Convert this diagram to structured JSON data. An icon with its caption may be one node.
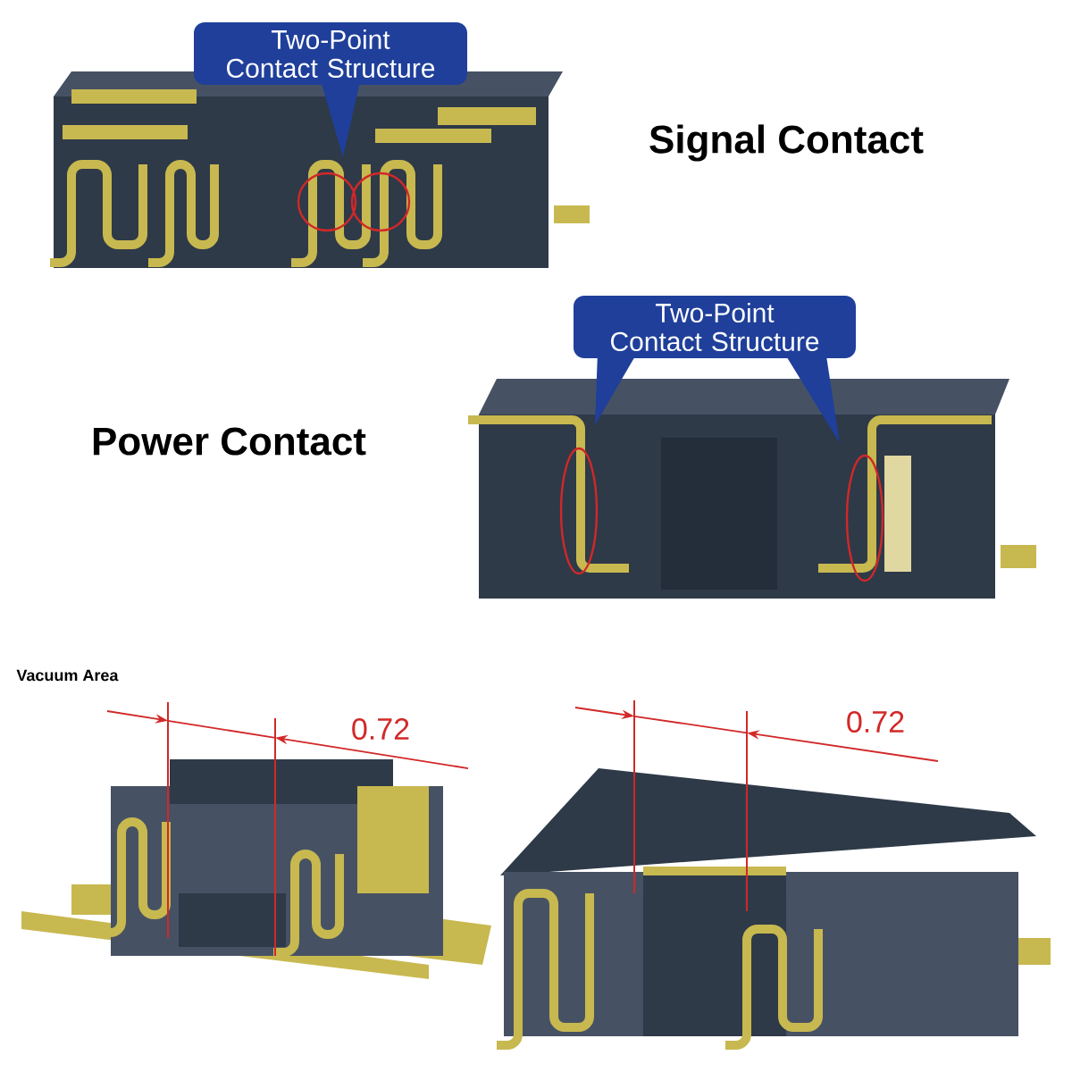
{
  "diagram": {
    "nodes": [
      {
        "text": [
          "Two-Point Contact Structure"
        ]
      },
      {
        "text": [
          "Two-Point Contact Structure"
        ]
      }
    ],
    "labels": [
      "Signal Contact",
      "Power Contact",
      "Vacuum Area",
      "0.72",
      "0.72"
    ]
  }
}
